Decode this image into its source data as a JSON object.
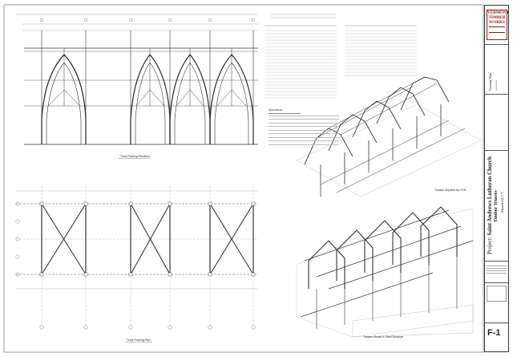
{
  "title_block": {
    "logo": {
      "line1": "VERMONT",
      "line2": "TIMBER",
      "line3": "WORKS"
    },
    "drawing_type": "Framing Plan",
    "drawing_type_sub": "Isometrics",
    "project_label": "Project:",
    "project_name": "Saint Andrews Lutheran Church",
    "project_subject": "Timber Trusses",
    "project_location": "Mansfield, CT",
    "sheet_number": "F-1"
  },
  "views": {
    "elevation_caption": "Truss Framing Elevation",
    "plan_caption": "Truss Framing Plan",
    "iso1_caption": "Trusses Supplied by VTW",
    "iso2_caption": "Trusses Shown in Steel Structure"
  },
  "notes": {
    "heading": "General Notes"
  },
  "colors": {
    "brand": "#8a1c1c",
    "line": "#333333"
  }
}
